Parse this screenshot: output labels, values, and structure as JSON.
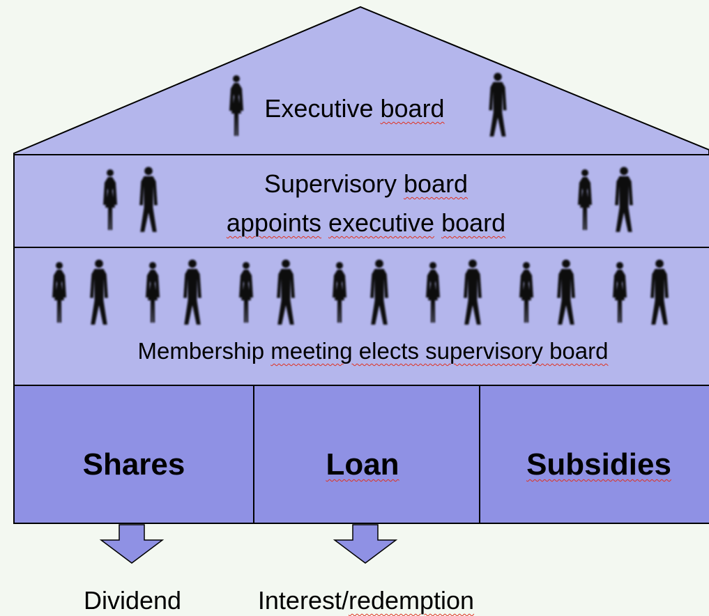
{
  "colors": {
    "background": "#f3f8f1",
    "upper_fill": "#b4b6ec",
    "lower_fill": "#8f91e4",
    "arrow_fill": "#8f91e4",
    "outline": "#000000",
    "figure": "#111111",
    "squiggle": "#e0301e"
  },
  "roof": {
    "label_pre": "Executive ",
    "label_sq": "board",
    "figures": [
      "female-figure-icon",
      "male-figure-icon"
    ]
  },
  "supervisory": {
    "line1_pre": "Supervisory ",
    "line1_sq": "board",
    "line2_sq1": "appoints",
    "line2_mid": " ",
    "line2_sq2": "executive",
    "line2_mid2": " ",
    "line2_sq3": "board",
    "figures": [
      "female-figure-icon",
      "male-figure-icon",
      "female-figure-icon",
      "male-figure-icon"
    ]
  },
  "membership": {
    "label_pre": "Membership ",
    "label_sq": "meeting elects supervisory board",
    "figure_pairs": 7
  },
  "funding": {
    "shares": "Shares",
    "loan": "Loan",
    "subsidies": "Subsidies"
  },
  "outflows": {
    "dividend": "Dividend",
    "interest_pre": "Interest/",
    "interest_sq": "redemption"
  }
}
